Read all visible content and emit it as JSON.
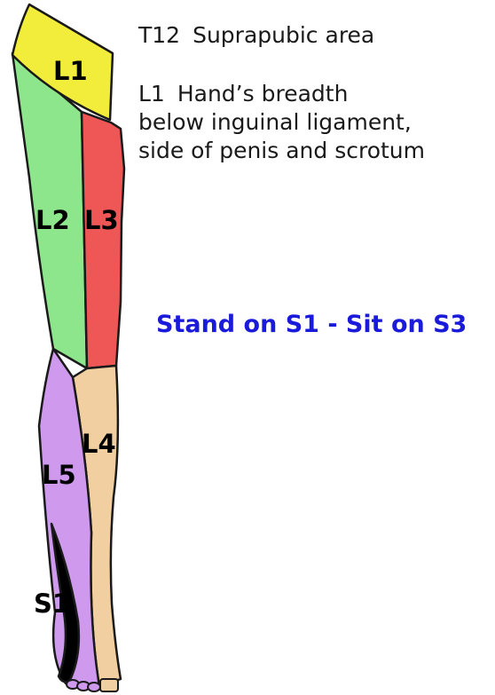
{
  "dermatomes": {
    "L1": {
      "label": "L1",
      "color": "#f2ed3a"
    },
    "L2": {
      "label": "L2",
      "color": "#8ee68c"
    },
    "L3": {
      "label": "L3",
      "color": "#ef5656"
    },
    "L4": {
      "label": "L4",
      "color": "#f2cfa0"
    },
    "L5": {
      "label": "L5",
      "color": "#cf9aed"
    },
    "S1": {
      "label": "S1",
      "color": "#000000"
    }
  },
  "notes": {
    "t12": {
      "code": "T12",
      "text": "Suprapubic area"
    },
    "l1": {
      "code": "L1",
      "line1": "Hand’s breadth",
      "line2": "below inguinal ligament,",
      "line3": "side of penis and scrotum"
    }
  },
  "mnemonic": {
    "text": "Stand on S1 - Sit on S3",
    "color": "#1a1adb"
  }
}
